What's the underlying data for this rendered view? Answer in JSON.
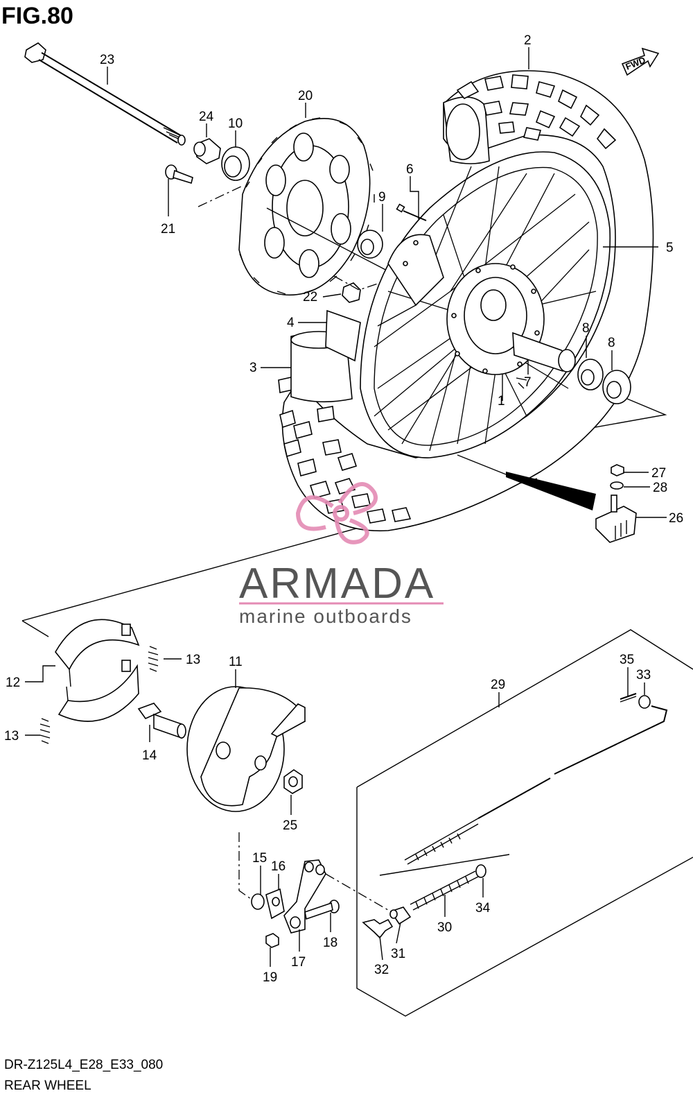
{
  "figure": {
    "title": "FIG.80",
    "model_code": "DR-Z125L4_E28_E33_080",
    "caption": "REAR WHEEL",
    "fwd_label": "FWD"
  },
  "watermark": {
    "brand": "ARMADA",
    "tagline": "marine outboards",
    "color": "#e48bb4"
  },
  "callouts": {
    "c1": "1",
    "c2": "2",
    "c3": "3",
    "c4": "4",
    "c5": "5",
    "c6": "6",
    "c7": "7",
    "c8a": "8",
    "c8b": "8",
    "c9": "9",
    "c10": "10",
    "c11": "11",
    "c12": "12",
    "c13a": "13",
    "c13b": "13",
    "c14": "14",
    "c15": "15",
    "c16": "16",
    "c17": "17",
    "c18": "18",
    "c19": "19",
    "c20": "20",
    "c21": "21",
    "c22": "22",
    "c23": "23",
    "c24": "24",
    "c25": "25",
    "c26": "26",
    "c27": "27",
    "c28": "28",
    "c29": "29",
    "c30": "30",
    "c31": "31",
    "c32": "32",
    "c33": "33",
    "c34": "34",
    "c35": "35"
  }
}
